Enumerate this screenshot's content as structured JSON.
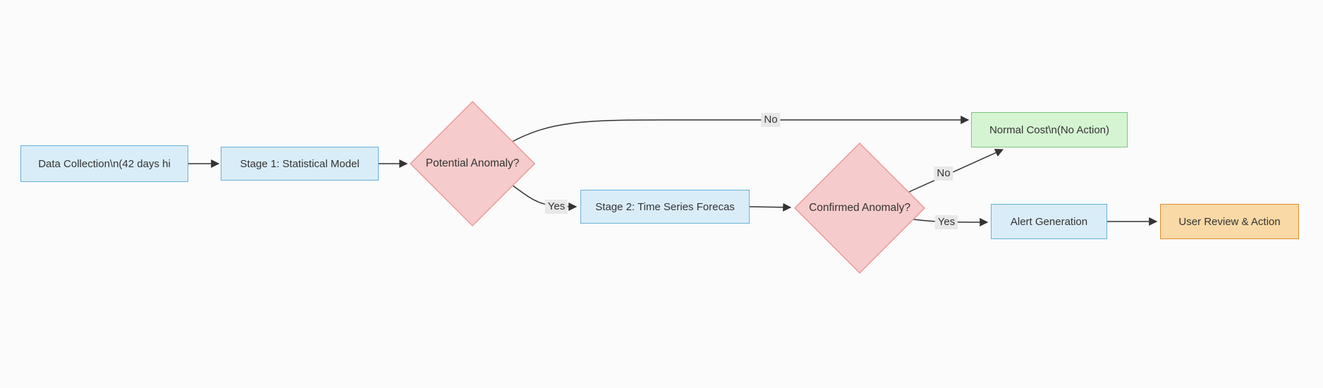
{
  "diagram": {
    "type": "flowchart",
    "direction": "left-to-right",
    "nodes": [
      {
        "id": "A",
        "shape": "rectangle",
        "role": "process",
        "label": "Data Collection\\n(42 days hi"
      },
      {
        "id": "B",
        "shape": "rectangle",
        "role": "process",
        "label": "Stage 1: Statistical Model"
      },
      {
        "id": "C",
        "shape": "diamond",
        "role": "decision",
        "label": "Potential Anomaly?"
      },
      {
        "id": "D",
        "shape": "rectangle",
        "role": "process",
        "label": "Stage 2: Time Series Forecas"
      },
      {
        "id": "E",
        "shape": "diamond",
        "role": "decision",
        "label": "Confirmed Anomaly?"
      },
      {
        "id": "F",
        "shape": "rectangle",
        "role": "success",
        "label": "Normal Cost\\n(No Action)"
      },
      {
        "id": "G",
        "shape": "rectangle",
        "role": "process",
        "label": "Alert Generation"
      },
      {
        "id": "H",
        "shape": "rectangle",
        "role": "action",
        "label": "User Review & Action"
      }
    ],
    "edges": [
      {
        "from": "A",
        "to": "B",
        "label": ""
      },
      {
        "from": "B",
        "to": "C",
        "label": ""
      },
      {
        "from": "C",
        "to": "F",
        "label": "No"
      },
      {
        "from": "C",
        "to": "D",
        "label": "Yes"
      },
      {
        "from": "D",
        "to": "E",
        "label": ""
      },
      {
        "from": "E",
        "to": "F",
        "label": "No"
      },
      {
        "from": "E",
        "to": "G",
        "label": "Yes"
      },
      {
        "from": "G",
        "to": "H",
        "label": ""
      }
    ],
    "colors": {
      "process_fill": "#d9edf8",
      "process_stroke": "#68b2d8",
      "decision_fill": "#f6cbcb",
      "decision_stroke": "#eb9a9a",
      "success_fill": "#d5f5d2",
      "success_stroke": "#7cc47f",
      "action_fill": "#f9d9a6",
      "action_stroke": "#dd8e2c",
      "edge_line": "#333333",
      "edge_label_bg": "#e8e8e8",
      "text": "#333333",
      "background": "#fbfbfb"
    }
  }
}
